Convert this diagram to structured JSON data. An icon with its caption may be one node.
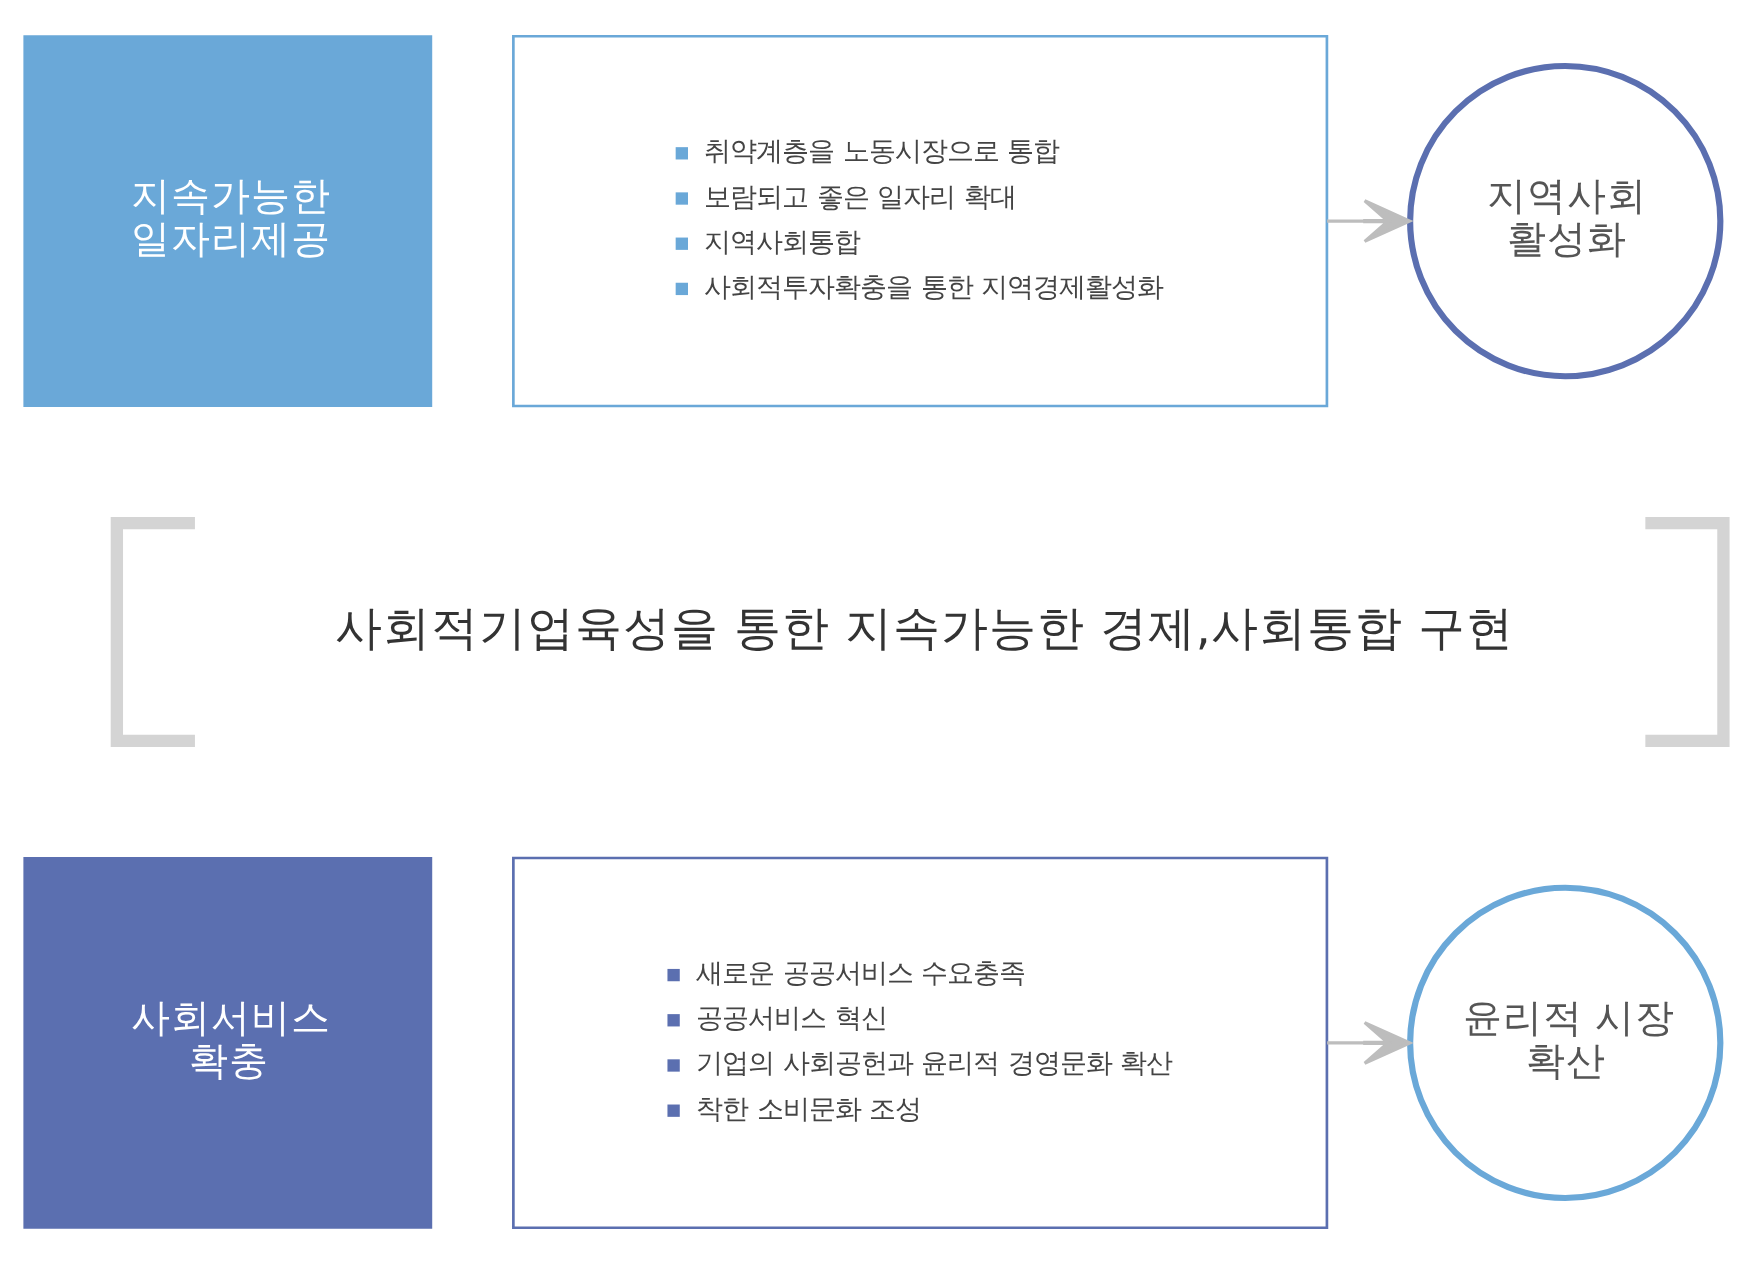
{
  "diagram": {
    "nodes": [
      {
        "text": [
          "지속가능한 일자리제공"
        ]
      },
      {
        "text": [
          "취약계층을 노동시장으로 통합",
          "보람되고 좋은 일자리 확대",
          "지역사회통합",
          "사회적투자확충을 통한 지역경제활성화"
        ]
      },
      {
        "text": [
          "지역사회 활성화"
        ]
      },
      {
        "text": [
          "사회적기업육성을 통한 지속가능한 경제,사회통합 구현"
        ]
      },
      {
        "text": [
          "사회서비스 확충"
        ]
      },
      {
        "text": [
          "새로운 공공서비스 수요충족",
          "공공서비스 혁신",
          "기업의 사회공헌과 윤리적 경영문화 확산",
          "착한 소비문화 조성"
        ]
      },
      {
        "text": [
          "윤리적 시장 확산"
        ]
      }
    ],
    "edges": [
      {
        "from": 1,
        "to": 2,
        "arrow": "to"
      },
      {
        "from": 5,
        "to": 6,
        "arrow": "to"
      }
    ]
  }
}
